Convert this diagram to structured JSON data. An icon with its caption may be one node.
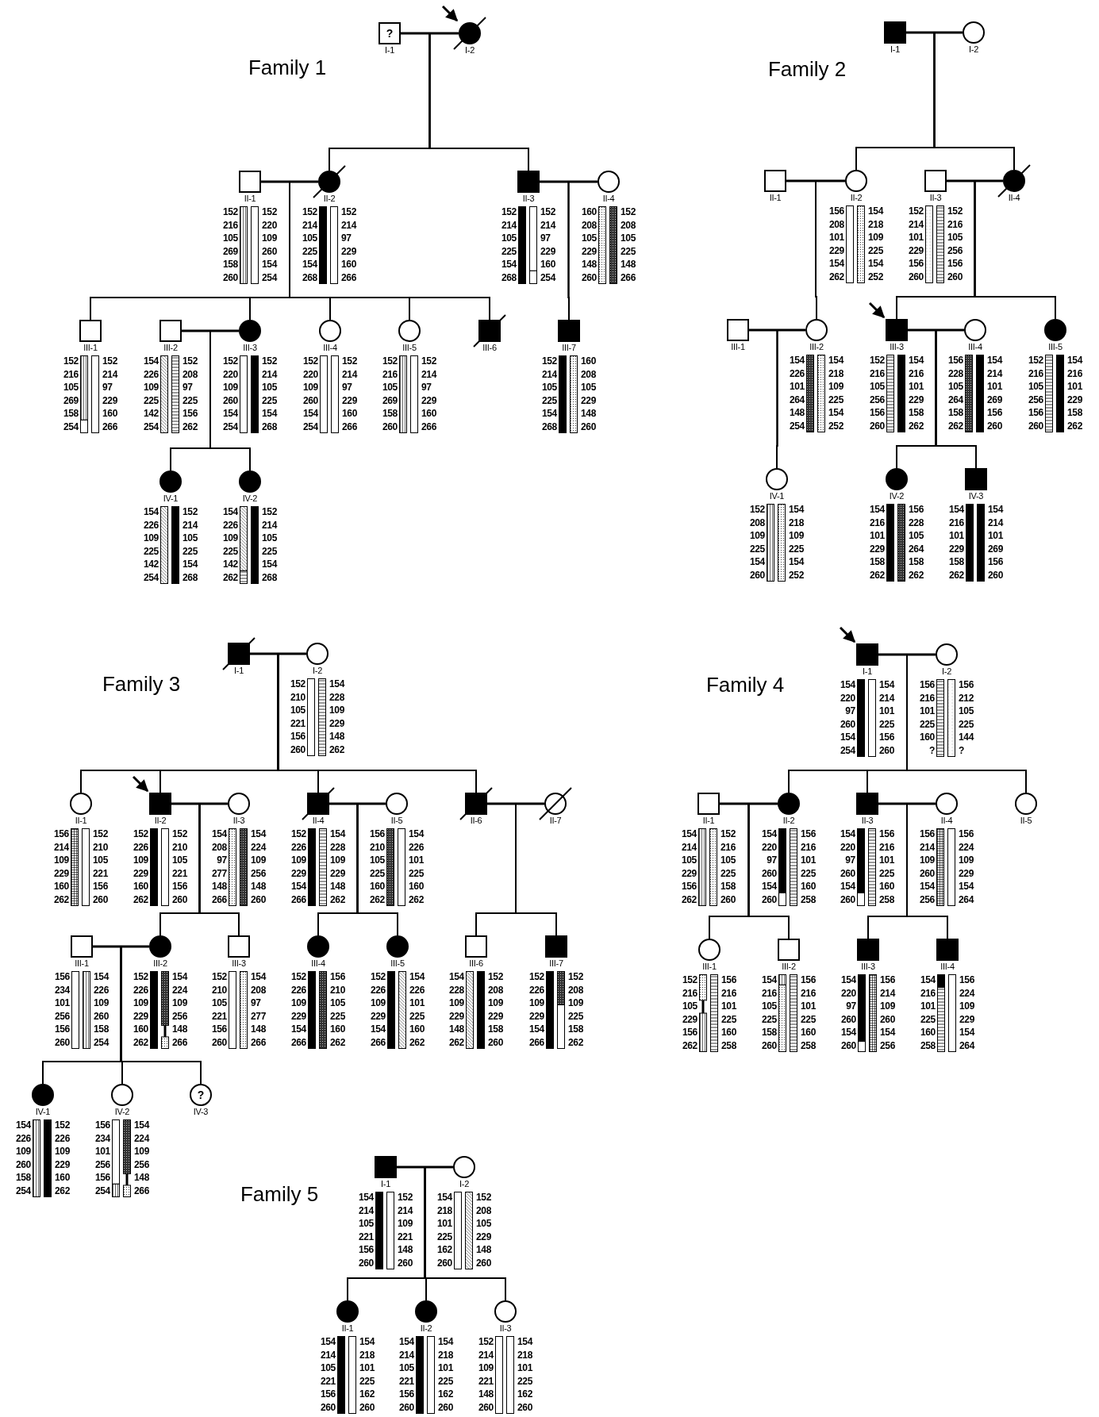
{
  "diagram": {
    "nodes": [
      {
        "text": [
          "?",
          "I-1"
        ]
      },
      {
        "text": [
          "I-2"
        ]
      },
      {
        "text": [
          "II-1"
        ],
        "beside": [
          "152 216 105 269 158 260",
          "152 220 109 260 154 254"
        ]
      },
      {
        "text": [
          "II-2"
        ],
        "beside": [
          "152 214 105 225 154 268",
          "152 214 97 229 160 266"
        ]
      },
      {
        "text": [
          "II-3"
        ],
        "beside": [
          "152 214 105 225 154 268",
          "152 214 97 229 160 254"
        ]
      },
      {
        "text": [
          "II-4"
        ],
        "beside": [
          "160 208 105 229 148 260",
          "152 208 105 225 148 266"
        ]
      },
      {
        "text": [
          "III-1"
        ],
        "beside": [
          "152 216 105 269 158 254",
          "152 214 97 229 160 266"
        ]
      },
      {
        "text": [
          "III-2"
        ],
        "beside": [
          "154 226 109 225 142 254",
          "152 208 97 225 156 262"
        ]
      },
      {
        "text": [
          "III-3"
        ],
        "beside": [
          "152 220 109 260 154 254",
          "152 214 105 225 154 268"
        ]
      },
      {
        "text": [
          "III-4"
        ],
        "beside": [
          "152 220 109 260 154 254",
          "152 214 97 229 160 266"
        ]
      },
      {
        "text": [
          "III-5"
        ],
        "beside": [
          "152 216 105 269 158 260",
          "152 214 97 229 160 266"
        ]
      },
      {
        "text": [
          "III-6"
        ]
      },
      {
        "text": [
          "III-7"
        ],
        "beside": [
          "152 214 105 225 154 268",
          "160 208 105 229 148 260"
        ]
      },
      {
        "text": [
          "IV-1"
        ],
        "beside": [
          "154 226 109 225 142 254",
          "152 214 105 225 154 268"
        ]
      },
      {
        "text": [
          "IV-2"
        ],
        "beside": [
          "154 226 109 225 142 262",
          "152 214 105 225 154 268"
        ]
      },
      {
        "text": [
          "I-1"
        ]
      },
      {
        "text": [
          "I-2"
        ]
      },
      {
        "text": [
          "II-1"
        ]
      },
      {
        "text": [
          "II-2"
        ],
        "beside": [
          "156 208 101 229 154 262",
          "154 218 109 225 154 252"
        ]
      },
      {
        "text": [
          "II-3"
        ],
        "beside": [
          "152 214 101 229 156 260",
          "152 216 105 256 156 260"
        ]
      },
      {
        "text": [
          "II-4"
        ]
      },
      {
        "text": [
          "III-1"
        ]
      },
      {
        "text": [
          "III-2"
        ],
        "beside": [
          "154 226 101 264 148 254",
          "154 218 109 225 154 252"
        ]
      },
      {
        "text": [
          "III-3"
        ],
        "beside": [
          "152 216 105 256 156 260",
          "154 216 101 229 158 262"
        ]
      },
      {
        "text": [
          "III-4"
        ],
        "beside": [
          "156 228 105 264 158 262",
          "154 214 101 269 156 260"
        ]
      },
      {
        "text": [
          "III-5"
        ],
        "beside": [
          "152 216 105 256 156 260",
          "154 216 101 229 158 262"
        ]
      },
      {
        "text": [
          "IV-1"
        ],
        "beside": [
          "152 208 109 225 154 260",
          "154 218 109 225 154 252"
        ]
      },
      {
        "text": [
          "IV-2"
        ],
        "beside": [
          "154 216 101 229 158 262",
          "156 228 105 264 158 262"
        ]
      },
      {
        "text": [
          "IV-3"
        ],
        "beside": [
          "154 216 101 229 158 262",
          "154 214 101 269 156 260"
        ]
      },
      {
        "text": [
          "I-1"
        ]
      },
      {
        "text": [
          "I-2"
        ],
        "beside": [
          "152 210 105 221 156 260",
          "154 228 109 229 148 262"
        ]
      },
      {
        "text": [
          "II-1"
        ],
        "beside": [
          "156 214 109 229 160 262",
          "152 210 105 221 156 260"
        ]
      },
      {
        "text": [
          "II-2"
        ],
        "beside": [
          "152 226 109 229 160 262",
          "152 210 105 221 156 260"
        ]
      },
      {
        "text": [
          "II-3"
        ],
        "beside": [
          "154 208 97 277 148 266",
          "154 224 109 256 148 260"
        ]
      },
      {
        "text": [
          "II-4"
        ],
        "beside": [
          "152 226 109 229 154 266",
          "154 228 109 229 148 262"
        ]
      },
      {
        "text": [
          "II-5"
        ],
        "beside": [
          "156 210 105 225 160 262",
          "154 226 101 225 160 262"
        ]
      },
      {
        "text": [
          "II-6"
        ]
      },
      {
        "text": [
          "II-7"
        ]
      },
      {
        "text": [
          "III-1"
        ],
        "beside": [
          "156 234 101 256 156 260",
          "154 226 109 260 158 254"
        ]
      },
      {
        "text": [
          "III-2"
        ],
        "beside": [
          "152 226 109 229 160 262",
          "154 224 109 256 148 266"
        ]
      },
      {
        "text": [
          "III-3"
        ],
        "beside": [
          "152 210 105 221 156 260",
          "154 208 97 277 148 266"
        ]
      },
      {
        "text": [
          "III-4"
        ],
        "beside": [
          "152 226 109 229 154 266",
          "156 210 105 225 160 262"
        ]
      },
      {
        "text": [
          "III-5"
        ],
        "beside": [
          "152 226 109 229 154 266",
          "154 226 101 225 160 262"
        ]
      },
      {
        "text": [
          "III-6"
        ],
        "beside": [
          "154 228 109 229 148 262",
          "152 208 109 229 158 260"
        ]
      },
      {
        "text": [
          "III-7"
        ],
        "beside": [
          "152 226 109 229 154 266",
          "152 208 109 225 158 262"
        ]
      },
      {
        "text": [
          "IV-1"
        ],
        "beside": [
          "154 226 109 260 158 254",
          "152 226 109 229 160 262"
        ]
      },
      {
        "text": [
          "IV-2"
        ],
        "beside": [
          "156 234 101 256 156 254",
          "154 224 109 256 148 266"
        ]
      },
      {
        "text": [
          "?",
          "IV-3"
        ]
      },
      {
        "text": [
          "I-1"
        ],
        "beside": [
          "154 220 97 260 154 254",
          "154 214 101 225 156 260"
        ]
      },
      {
        "text": [
          "I-2"
        ],
        "beside": [
          "156 216 101 225 160 ?",
          "156 212 105 225 144 ?"
        ]
      },
      {
        "text": [
          "II-1"
        ],
        "beside": [
          "154 214 105 229 156 262",
          "152 216 105 225 158 260"
        ]
      },
      {
        "text": [
          "II-2"
        ],
        "beside": [
          "154 220 97 260 154 260",
          "156 216 101 225 160 258"
        ]
      },
      {
        "text": [
          "II-3"
        ],
        "beside": [
          "154 220 97 260 154 260",
          "156 216 101 225 160 258"
        ]
      },
      {
        "text": [
          "II-4"
        ],
        "beside": [
          "156 214 109 260 154 256",
          "156 224 109 229 154 264"
        ]
      },
      {
        "text": [
          "II-5"
        ]
      },
      {
        "text": [
          "III-1"
        ],
        "beside": [
          "152 216 105 229 156 262",
          "156 216 101 225 160 258"
        ]
      },
      {
        "text": [
          "III-2"
        ],
        "beside": [
          "154 216 105 225 158 260",
          "156 216 101 225 160 258"
        ]
      },
      {
        "text": [
          "III-3"
        ],
        "beside": [
          "154 220 97 260 154 260",
          "156 214 109 260 154 256"
        ]
      },
      {
        "text": [
          "III-4"
        ],
        "beside": [
          "154 216 101 225 160 258",
          "156 224 109 229 154 264"
        ]
      },
      {
        "text": [
          "I-1"
        ],
        "beside": [
          "154 214 105 221 156 260",
          "152 214 109 221 148 260"
        ]
      },
      {
        "text": [
          "I-2"
        ],
        "beside": [
          "154 218 101 225 162 260",
          "152 208 105 229 148 260"
        ]
      },
      {
        "text": [
          "II-1"
        ],
        "beside": [
          "154 214 105 221 156 260",
          "154 218 101 225 162 260"
        ]
      },
      {
        "text": [
          "II-2"
        ],
        "beside": [
          "154 214 105 221 156 260",
          "154 218 101 225 162 260"
        ]
      },
      {
        "text": [
          "II-3"
        ],
        "beside": [
          "152 214 109 221 148 260",
          "154 218 101 225 162 260"
        ]
      }
    ],
    "edges": [
      {
        "from": null,
        "to": 1,
        "arrow": "to"
      },
      {
        "from": 0,
        "to": 1,
        "arrow": "none"
      },
      {
        "from": 0,
        "to": 3,
        "arrow": "none"
      },
      {
        "from": 1,
        "to": 3,
        "arrow": "none"
      },
      {
        "from": 0,
        "to": 4,
        "arrow": "none"
      },
      {
        "from": 1,
        "to": 4,
        "arrow": "none"
      },
      {
        "from": 2,
        "to": 3,
        "arrow": "none"
      },
      {
        "from": 4,
        "to": 5,
        "arrow": "none"
      },
      {
        "from": 2,
        "to": 6,
        "arrow": "none"
      },
      {
        "from": 3,
        "to": 6,
        "arrow": "none"
      },
      {
        "from": 2,
        "to": 8,
        "arrow": "none"
      },
      {
        "from": 3,
        "to": 8,
        "arrow": "none"
      },
      {
        "from": 2,
        "to": 9,
        "arrow": "none"
      },
      {
        "from": 3,
        "to": 9,
        "arrow": "none"
      },
      {
        "from": 2,
        "to": 10,
        "arrow": "none"
      },
      {
        "from": 3,
        "to": 10,
        "arrow": "none"
      },
      {
        "from": 2,
        "to": 11,
        "arrow": "none"
      },
      {
        "from": 3,
        "to": 11,
        "arrow": "none"
      },
      {
        "from": 4,
        "to": 12,
        "arrow": "none"
      },
      {
        "from": 5,
        "to": 12,
        "arrow": "none"
      },
      {
        "from": 7,
        "to": 8,
        "arrow": "none"
      },
      {
        "from": 7,
        "to": 13,
        "arrow": "none"
      },
      {
        "from": 8,
        "to": 13,
        "arrow": "none"
      },
      {
        "from": 7,
        "to": 14,
        "arrow": "none"
      },
      {
        "from": 8,
        "to": 14,
        "arrow": "none"
      },
      {
        "from": 15,
        "to": 16,
        "arrow": "none"
      },
      {
        "from": 15,
        "to": 18,
        "arrow": "none"
      },
      {
        "from": 16,
        "to": 18,
        "arrow": "none"
      },
      {
        "from": 15,
        "to": 20,
        "arrow": "none"
      },
      {
        "from": 16,
        "to": 20,
        "arrow": "none"
      },
      {
        "from": 17,
        "to": 18,
        "arrow": "none"
      },
      {
        "from": 19,
        "to": 20,
        "arrow": "none"
      },
      {
        "from": 17,
        "to": 22,
        "arrow": "none"
      },
      {
        "from": 18,
        "to": 22,
        "arrow": "none"
      },
      {
        "from": null,
        "to": 23,
        "arrow": "to"
      },
      {
        "from": 19,
        "to": 23,
        "arrow": "none"
      },
      {
        "from": 20,
        "to": 23,
        "arrow": "none"
      },
      {
        "from": 19,
        "to": 25,
        "arrow": "none"
      },
      {
        "from": 20,
        "to": 25,
        "arrow": "none"
      },
      {
        "from": 21,
        "to": 22,
        "arrow": "none"
      },
      {
        "from": 23,
        "to": 24,
        "arrow": "none"
      },
      {
        "from": 21,
        "to": 26,
        "arrow": "none"
      },
      {
        "from": 22,
        "to": 26,
        "arrow": "none"
      },
      {
        "from": 23,
        "to": 27,
        "arrow": "none"
      },
      {
        "from": 24,
        "to": 27,
        "arrow": "none"
      },
      {
        "from": 23,
        "to": 28,
        "arrow": "none"
      },
      {
        "from": 24,
        "to": 28,
        "arrow": "none"
      },
      {
        "from": 29,
        "to": 30,
        "arrow": "none"
      },
      {
        "from": 29,
        "to": 31,
        "arrow": "none"
      },
      {
        "from": 30,
        "to": 31,
        "arrow": "none"
      },
      {
        "from": 29,
        "to": 32,
        "arrow": "none"
      },
      {
        "from": 30,
        "to": 32,
        "arrow": "none"
      },
      {
        "from": 29,
        "to": 34,
        "arrow": "none"
      },
      {
        "from": 30,
        "to": 34,
        "arrow": "none"
      },
      {
        "from": 29,
        "to": 36,
        "arrow": "none"
      },
      {
        "from": 30,
        "to": 36,
        "arrow": "none"
      },
      {
        "from": null,
        "to": 32,
        "arrow": "to"
      },
      {
        "from": 32,
        "to": 33,
        "arrow": "none"
      },
      {
        "from": 34,
        "to": 35,
        "arrow": "none"
      },
      {
        "from": 36,
        "to": 37,
        "arrow": "none"
      },
      {
        "from": 32,
        "to": 39,
        "arrow": "none"
      },
      {
        "from": 33,
        "to": 39,
        "arrow": "none"
      },
      {
        "from": 32,
        "to": 40,
        "arrow": "none"
      },
      {
        "from": 33,
        "to": 40,
        "arrow": "none"
      },
      {
        "from": 34,
        "to": 41,
        "arrow": "none"
      },
      {
        "from": 35,
        "to": 41,
        "arrow": "none"
      },
      {
        "from": 34,
        "to": 42,
        "arrow": "none"
      },
      {
        "from": 35,
        "to": 42,
        "arrow": "none"
      },
      {
        "from": 36,
        "to": 43,
        "arrow": "none"
      },
      {
        "from": 37,
        "to": 43,
        "arrow": "none"
      },
      {
        "from": 36,
        "to": 44,
        "arrow": "none"
      },
      {
        "from": 37,
        "to": 44,
        "arrow": "none"
      },
      {
        "from": 38,
        "to": 39,
        "arrow": "none"
      },
      {
        "from": 38,
        "to": 45,
        "arrow": "none"
      },
      {
        "from": 39,
        "to": 45,
        "arrow": "none"
      },
      {
        "from": 38,
        "to": 46,
        "arrow": "none"
      },
      {
        "from": 39,
        "to": 46,
        "arrow": "none"
      },
      {
        "from": 38,
        "to": 47,
        "arrow": "none"
      },
      {
        "from": 39,
        "to": 47,
        "arrow": "none"
      },
      {
        "from": null,
        "to": 48,
        "arrow": "to"
      },
      {
        "from": 48,
        "to": 49,
        "arrow": "none"
      },
      {
        "from": 48,
        "to": 51,
        "arrow": "none"
      },
      {
        "from": 49,
        "to": 51,
        "arrow": "none"
      },
      {
        "from": 48,
        "to": 52,
        "arrow": "none"
      },
      {
        "from": 49,
        "to": 52,
        "arrow": "none"
      },
      {
        "from": 48,
        "to": 54,
        "arrow": "none"
      },
      {
        "from": 49,
        "to": 54,
        "arrow": "none"
      },
      {
        "from": 50,
        "to": 51,
        "arrow": "none"
      },
      {
        "from": 52,
        "to": 53,
        "arrow": "none"
      },
      {
        "from": 50,
        "to": 55,
        "arrow": "none"
      },
      {
        "from": 51,
        "to": 55,
        "arrow": "none"
      },
      {
        "from": 50,
        "to": 56,
        "arrow": "none"
      },
      {
        "from": 51,
        "to": 56,
        "arrow": "none"
      },
      {
        "from": 52,
        "to": 57,
        "arrow": "none"
      },
      {
        "from": 53,
        "to": 57,
        "arrow": "none"
      },
      {
        "from": 52,
        "to": 58,
        "arrow": "none"
      },
      {
        "from": 53,
        "to": 58,
        "arrow": "none"
      },
      {
        "from": 59,
        "to": 60,
        "arrow": "none"
      },
      {
        "from": 59,
        "to": 61,
        "arrow": "none"
      },
      {
        "from": 60,
        "to": 61,
        "arrow": "none"
      },
      {
        "from": 59,
        "to": 62,
        "arrow": "none"
      },
      {
        "from": 60,
        "to": 62,
        "arrow": "none"
      },
      {
        "from": 59,
        "to": 63,
        "arrow": "none"
      },
      {
        "from": 60,
        "to": 63,
        "arrow": "none"
      }
    ],
    "labels": [
      "Family 1",
      "Family 2",
      "Family 3",
      "Family 4",
      "Family 5"
    ]
  }
}
